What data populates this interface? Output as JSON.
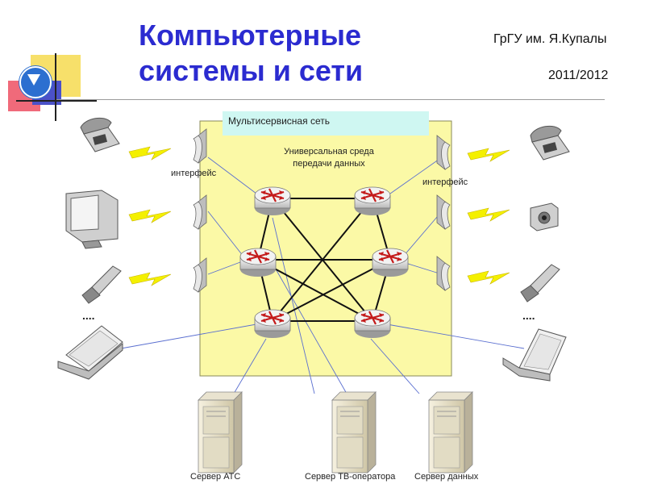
{
  "header": {
    "title_line1": "Компьютерные",
    "title_line2": "системы и сети",
    "university": "ГрГУ им. Я.Купалы",
    "year": "2011/2012"
  },
  "diagram": {
    "caption": "Мультисервисная сеть",
    "medium_label_line1": "Универсальная среда",
    "medium_label_line2": "передачи данных",
    "interface_left": "интерфейс",
    "interface_right": "интерфейс",
    "ellipsis_left": "....",
    "ellipsis_right": "....",
    "servers": [
      {
        "label": "Сервер АТС"
      },
      {
        "label": "Сервер ТВ-оператора"
      },
      {
        "label": "Сервер данных"
      }
    ],
    "left_devices": [
      "telephone-icon",
      "monitor-icon",
      "mobile-phone-icon",
      "laptop-icon"
    ],
    "right_devices": [
      "telephone-icon",
      "camera-icon",
      "mobile-phone-icon",
      "laptop-icon"
    ]
  },
  "colors": {
    "title": "#2b2bd0",
    "medium_fill": "#fbf9a6",
    "caption_fill": "#cff7f2",
    "lightning": "#f4f000",
    "router_arrows": "#c41a1a"
  }
}
